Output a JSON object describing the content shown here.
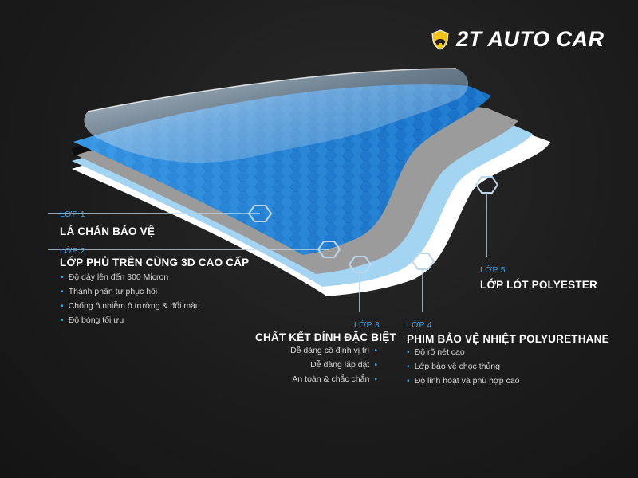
{
  "brand": {
    "name": "2T AUTO CAR",
    "logo_icon": "shield-car-logo-icon",
    "logo_color": "#f2c21b"
  },
  "colors": {
    "accent": "#3fa4e6",
    "layer_top_clear": "#cfe3f2",
    "layer_blue_pattern": "#1f82d8",
    "layer_gray": "#9a9a9a",
    "layer_light_blue": "#9fd4f4",
    "layer_white": "#ffffff"
  },
  "layers": [
    {
      "label": "LỚP 1",
      "title": "LÁ CHẮN BẢO VỆ",
      "bullets": []
    },
    {
      "label": "LỚP 2",
      "title": "LỚP PHỦ TRÊN CÙNG 3D CAO CẤP",
      "bullets": [
        "Độ dày lên đến 300 Micron",
        "Thành phần tự phục hồi",
        "Chống ô nhiễm ô trường & đổi màu",
        "Độ bóng tối ưu"
      ]
    },
    {
      "label": "LỚP 3",
      "title": "CHẤT KẾT DÍNH ĐẶC BIỆT",
      "bullets": [
        "Dễ dàng cố định vị trí",
        "Dễ dàng lắp đặt",
        "An toàn & chắc chắn"
      ]
    },
    {
      "label": "LỚP 4",
      "title": "PHIM BẢO VỆ NHIỆT POLYURETHANE",
      "bullets": [
        "Độ rõ nét cao",
        "Lớp bảo vệ chọc thủng",
        "Độ linh hoạt và phù hợp cao"
      ]
    },
    {
      "label": "LỚP 5",
      "title": "LỚP LÓT POLYESTER",
      "bullets": []
    }
  ]
}
